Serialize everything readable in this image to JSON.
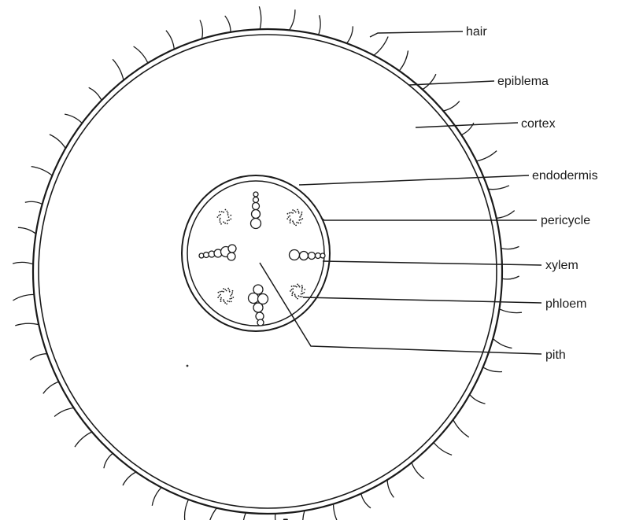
{
  "labels": {
    "hair": "hair",
    "epiblema": "epiblema",
    "cortex": "cortex",
    "endodermis": "endodermis",
    "pericycle": "pericycle",
    "xylem": "xylem",
    "phloem": "phloem",
    "pith": "pith"
  },
  "figure_letter": "A"
}
